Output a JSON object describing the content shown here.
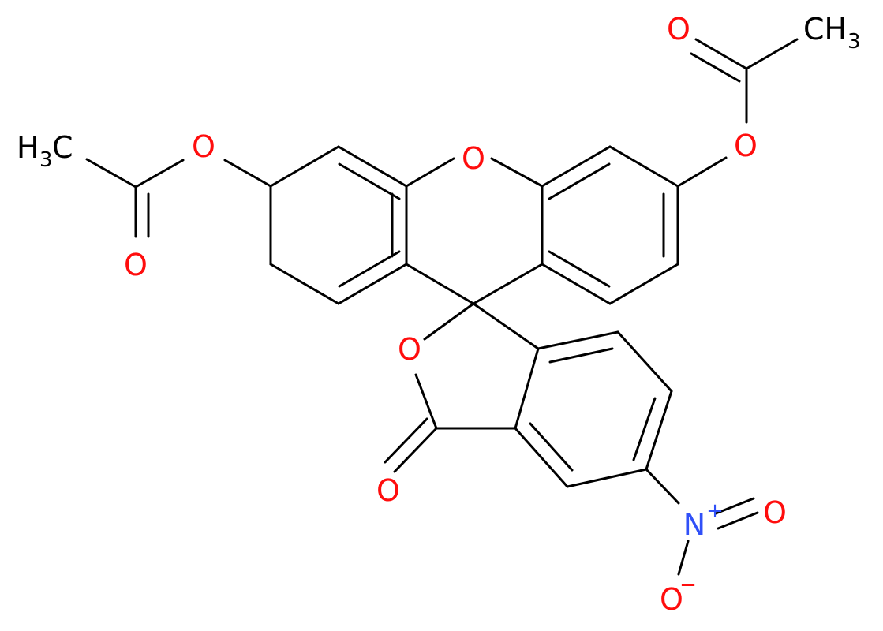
{
  "colors": {
    "bond": "#000000",
    "oxygen": "#ff0d0d",
    "nitrogen": "#3050f8",
    "carbon_label": "#000000",
    "background": "#ffffff"
  },
  "labels": {
    "ring_oxygen": "O",
    "left_ester_oxygen": "O",
    "right_ester_oxygen": "O",
    "left_carbonyl_oxygen": "O",
    "right_carbonyl_oxygen": "O",
    "lactone_ring_oxygen": "O",
    "lactone_carbonyl_oxygen": "O",
    "nitro_oxygen_double": "O",
    "nitro_oxygen_single": "O",
    "nitrogen": "N",
    "nitrogen_charge": "+",
    "oxygen_charge": "−",
    "left_methyl_h": "H",
    "left_methyl_sub": "3",
    "left_methyl_c": "C",
    "right_methyl_c": "CH",
    "right_methyl_sub": "3"
  }
}
